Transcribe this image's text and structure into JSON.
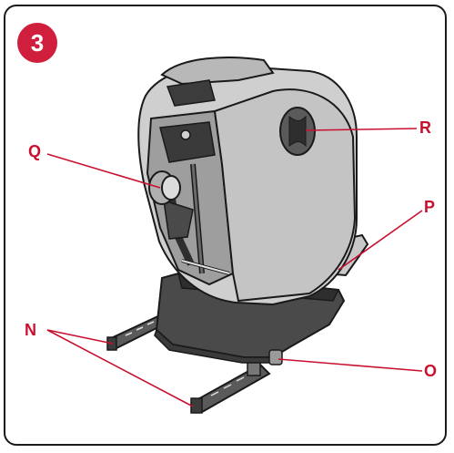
{
  "step_number": "3",
  "accent_color": "#c8102e",
  "badge_color": "#d01f3c",
  "labels": {
    "r": "R",
    "q": "Q",
    "p": "P",
    "n": "N",
    "o": "O"
  }
}
